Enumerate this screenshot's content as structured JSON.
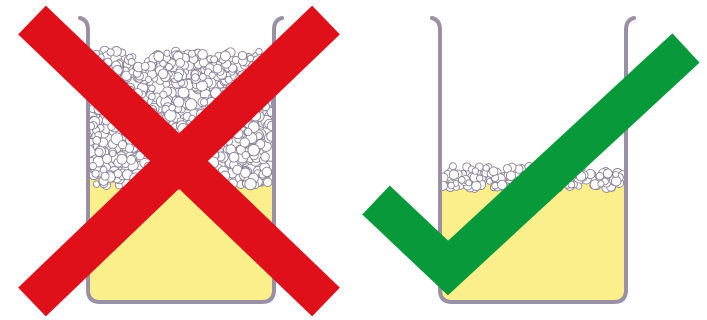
{
  "illustration": {
    "left_panel": {
      "verdict": "incorrect",
      "foam_level": "high",
      "mark_icon": "cross-icon"
    },
    "right_panel": {
      "verdict": "correct",
      "foam_level": "low",
      "mark_icon": "check-icon"
    }
  },
  "colors": {
    "background": "#ffffff",
    "liquid": "#fbef8c",
    "beaker_outline": "#9990a6",
    "bubble_fill": "#ffffff",
    "bubble_stroke": "#8c8497",
    "cross": "#e0101b",
    "check": "#089a3a"
  }
}
